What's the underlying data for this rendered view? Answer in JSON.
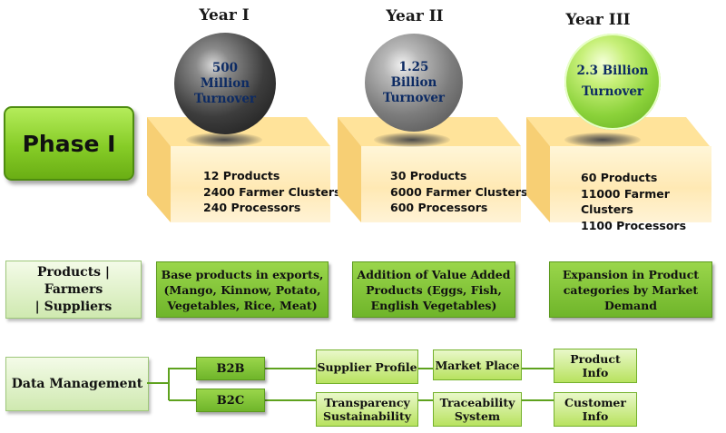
{
  "phase_label": "Phase I",
  "years": [
    {
      "title": "Year I",
      "sphere": [
        "500",
        "Million",
        "Turnover"
      ],
      "details": [
        "12 Products",
        "2400 Farmer Clusters",
        "240 Processors"
      ]
    },
    {
      "title": "Year II",
      "sphere": [
        "1.25",
        "Billion",
        "Turnover"
      ],
      "details": [
        "30 Products",
        "6000 Farmer Clusters",
        "600 Processors"
      ]
    },
    {
      "title": "Year III",
      "sphere": [
        "2.3 Billion",
        "Turnover"
      ],
      "details": [
        "60 Products",
        "11000 Farmer Clusters",
        "1100 Processors"
      ]
    }
  ],
  "products_row": {
    "label": [
      "Products | Farmers",
      "| Suppliers"
    ],
    "items": [
      [
        "Base products in exports,",
        "(Mango, Kinnow, Potato,",
        "Vegetables, Rice, Meat)"
      ],
      [
        "Addition of Value Added",
        "Products (Eggs, Fish,",
        "English Vegetables)"
      ],
      [
        "Expansion in Product",
        "categories by Market",
        "Demand"
      ]
    ]
  },
  "data_management": {
    "label": "Data Management",
    "b2b": {
      "label": "B2B",
      "steps": [
        [
          "Supplier Profile"
        ],
        [
          "Market Place"
        ],
        [
          "Product",
          "Info"
        ]
      ]
    },
    "b2c": {
      "label": "B2C",
      "steps": [
        [
          "Transparency",
          "Sustainability"
        ],
        [
          "Traceability",
          "System"
        ],
        [
          "Customer",
          "Info"
        ]
      ]
    }
  },
  "colors": {
    "green_accent": "#86cc27",
    "connector": "#5ea21e",
    "sphere_text": "#0c2a63"
  }
}
